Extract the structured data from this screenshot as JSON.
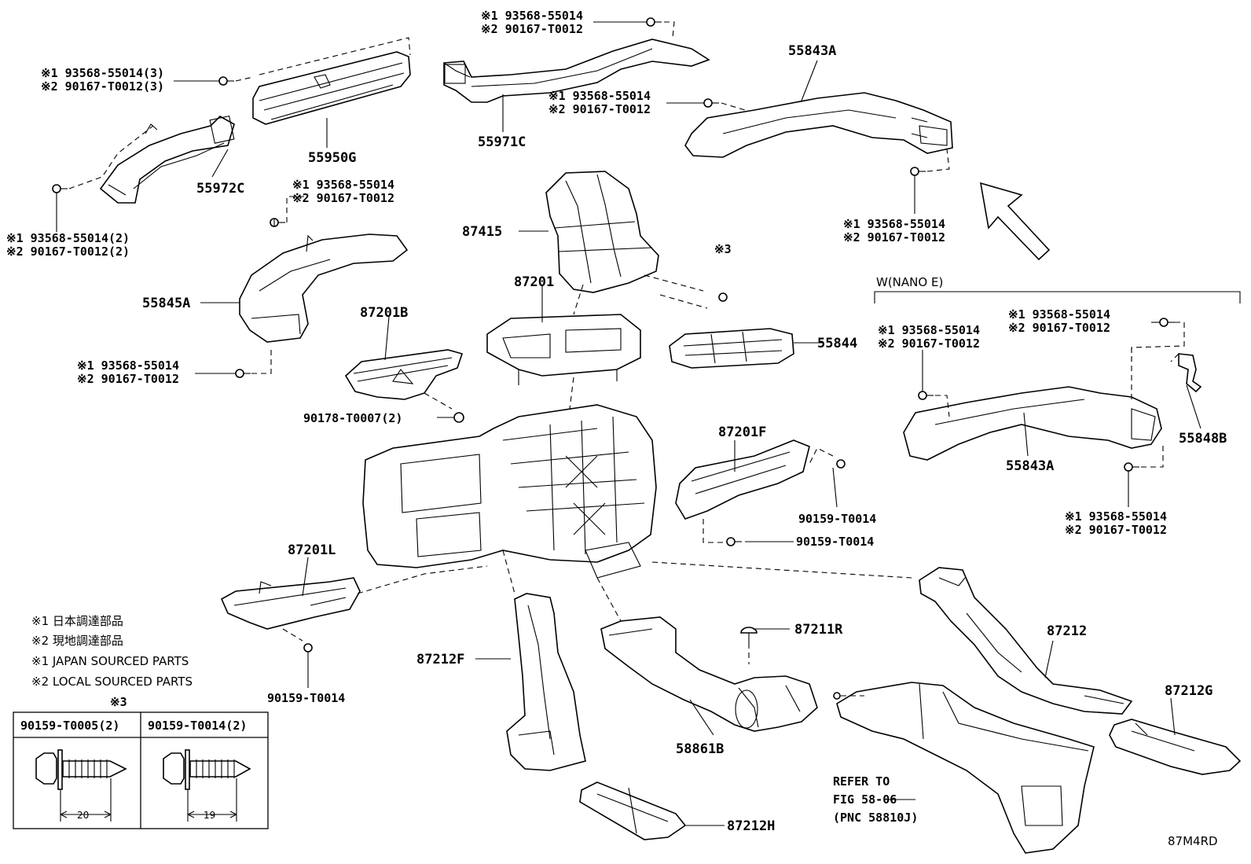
{
  "labels": {
    "p55950G": "55950G",
    "p55972C": "55972C",
    "p55971C": "55971C",
    "p55843A_top": "55843A",
    "p87415": "87415",
    "p87201": "87201",
    "p55845A": "55845A",
    "p87201B": "87201B",
    "p55844": "55844",
    "p87201F": "87201F",
    "p87201L": "87201L",
    "p55843A_nano": "55843A",
    "p55848B": "55848B",
    "p87212F": "87212F",
    "p58861B": "58861B",
    "p87211R": "87211R",
    "p87212": "87212",
    "p87212G": "87212G",
    "p87212H": "87212H",
    "p90178": "90178-T0007(2)",
    "p90159_a": "90159-T0014",
    "p90159_b": "90159-T0014",
    "p90159_c": "90159-T0014",
    "mark3": "※3"
  },
  "fasteners": {
    "f1_a": "※1 93568-55014(3)",
    "f1_b": "※2 90167-T0012(3)",
    "f2_a": "※1 93568-55014",
    "f2_b": "※2 90167-T0012",
    "f3_a": "※1 93568-55014",
    "f3_b": "※2 90167-T0012",
    "f4_a": "※1 93568-55014",
    "f4_b": "※2 90167-T0012",
    "f5_a": "※1 93568-55014(2)",
    "f5_b": "※2 90167-T0012(2)",
    "f6_a": "※1 93568-55014",
    "f6_b": "※2 90167-T0012",
    "f7_a": "※1 93568-55014",
    "f7_b": "※2 90167-T0012",
    "f8_a": "※1 93568-55014",
    "f8_b": "※2 90167-T0012",
    "f9_a": "※1 93568-55014",
    "f9_b": "※2 90167-T0012",
    "f10_a": "※1 93568-55014",
    "f10_b": "※2 90167-T0012"
  },
  "group_label": "W(NANO E)",
  "legend": {
    "l1": "※1  日本調達部品",
    "l2": "※2  現地調達部品",
    "l3": "※1  JAPAN SOURCED PARTS",
    "l4": "※2  LOCAL SOURCED PARTS"
  },
  "table": {
    "header": "※3",
    "col1": "90159-T0005(2)",
    "col2": "90159-T0014(2)",
    "dim1": "20",
    "dim2": "19"
  },
  "refer": {
    "line1": "REFER TO",
    "line2": "FIG 58-06",
    "line3": "(PNC 58810J)"
  },
  "figure_code": "87M4RD"
}
